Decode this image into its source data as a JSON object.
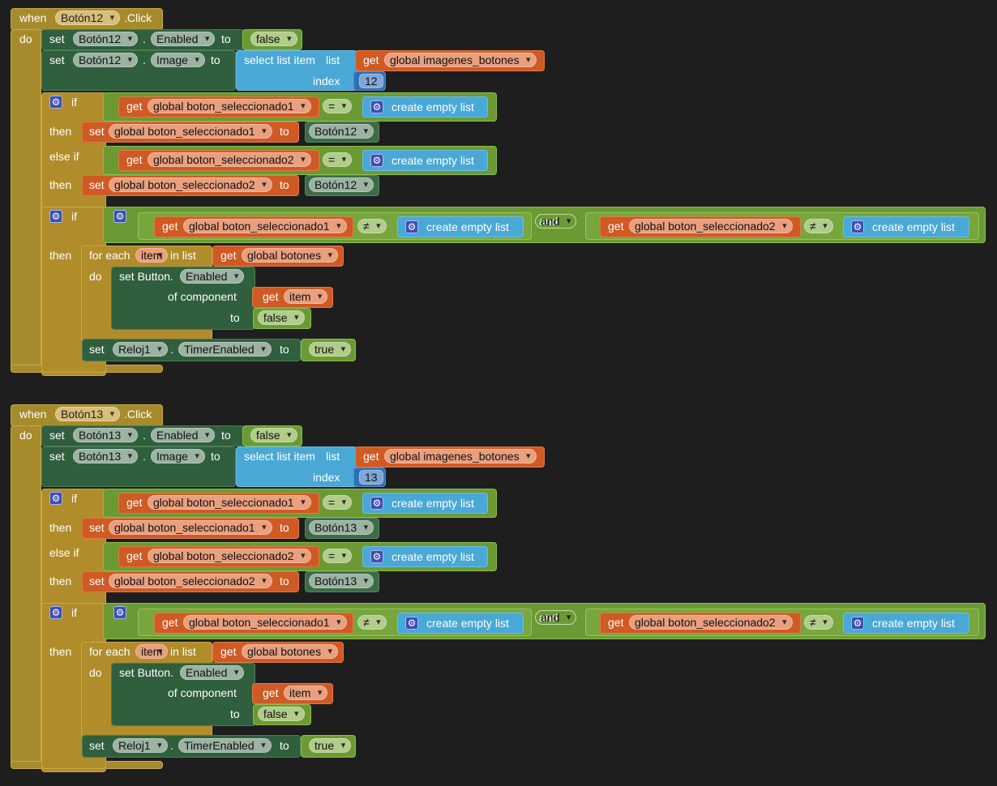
{
  "kw": {
    "when": "when",
    "do": "do",
    "set": "set",
    "to": "to",
    "dot": ".",
    "click": ".Click",
    "get": "get",
    "if": "if",
    "then": "then",
    "else_if": "else if",
    "select_list_item": "select list item",
    "list": "list",
    "index": "index",
    "create_empty_list": "create empty list",
    "for_each": "for each",
    "in_list": "in list",
    "set_button": "set Button.",
    "of_component": "of component",
    "and": "and",
    "eq": "=",
    "neq": "≠"
  },
  "props": {
    "enabled": "Enabled",
    "image": "Image",
    "timer_enabled": "TimerEnabled"
  },
  "vars": {
    "imagenes": "global imagenes_botones",
    "sel1": "global boton_seleccionado1",
    "sel2": "global boton_seleccionado2",
    "botones": "global botones",
    "item": "item"
  },
  "vals": {
    "false": "false",
    "true": "true",
    "reloj": "Reloj1"
  },
  "events": [
    {
      "component": "Botón12",
      "index": "12"
    },
    {
      "component": "Botón13",
      "index": "13"
    }
  ],
  "colors": {
    "event": "#a68b2c",
    "component": "#2f5f3d",
    "variable": "#cf5a24",
    "list": "#4aa8d6",
    "logic": "#6b9a35",
    "math": "#2f6fb5",
    "background": "#1e1e1e"
  }
}
